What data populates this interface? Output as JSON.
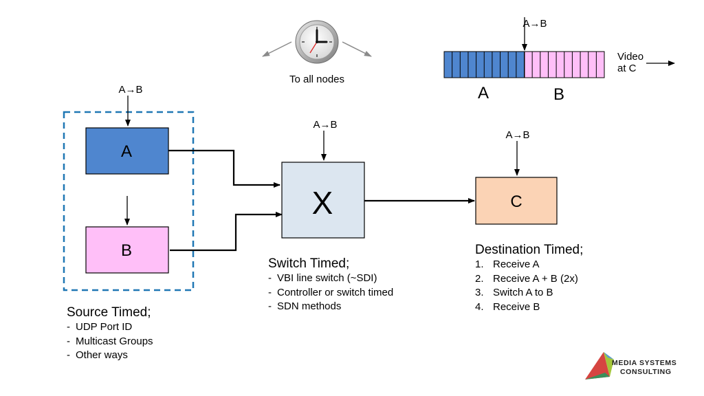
{
  "clock": {
    "caption": "To all nodes"
  },
  "video_strip": {
    "switch_label": "A→B",
    "label_a": "A",
    "label_b": "B",
    "output_label_line1": "Video",
    "output_label_line2": "at C",
    "colors": {
      "a": "#4f86cf",
      "b": "#ffbff8"
    }
  },
  "source_group": {
    "switch_label": "A→B",
    "box_a": {
      "label": "A",
      "color": "#4f86cf"
    },
    "box_b": {
      "label": "B",
      "color": "#ffbff8"
    },
    "heading": "Source Timed;",
    "items": [
      "UDP Port ID",
      "Multicast Groups",
      "Other ways"
    ],
    "item_marker": "-",
    "border_color": "#1f77b4"
  },
  "switch_node": {
    "switch_label": "A→B",
    "label": "X",
    "color": "#dce6f0",
    "heading": "Switch Timed;",
    "items": [
      "VBI line switch (~SDI)",
      "Controller or switch timed",
      "SDN methods"
    ],
    "item_marker": "-"
  },
  "destination_node": {
    "switch_label": "A→B",
    "label": "C",
    "color": "#fbd3b5",
    "heading": "Destination Timed;",
    "items": [
      {
        "num": "1.",
        "text": "Receive A"
      },
      {
        "num": "2.",
        "text": "Receive A + B (2x)"
      },
      {
        "num": "3.",
        "text": "Switch A to B"
      },
      {
        "num": "4.",
        "text": "Receive B"
      }
    ]
  },
  "logo": {
    "line1": "MEDIA SYSTEMS",
    "line2": "CONSULTING"
  }
}
